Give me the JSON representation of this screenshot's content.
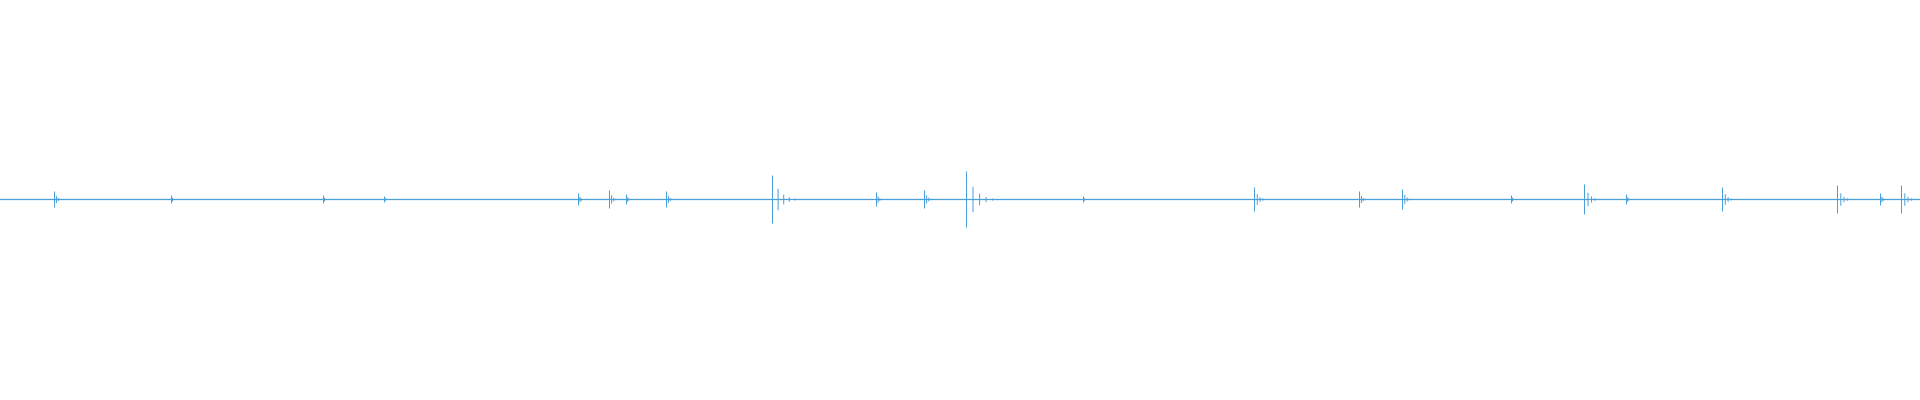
{
  "waveform": {
    "color": "#4a9fd8",
    "baseline_level": 0.0,
    "transients": [
      {
        "t": 0.028,
        "amp": 0.04
      },
      {
        "t": 0.089,
        "amp": 0.02
      },
      {
        "t": 0.168,
        "amp": 0.02
      },
      {
        "t": 0.2,
        "amp": 0.015
      },
      {
        "t": 0.301,
        "amp": 0.03
      },
      {
        "t": 0.317,
        "amp": 0.045
      },
      {
        "t": 0.326,
        "amp": 0.025
      },
      {
        "t": 0.347,
        "amp": 0.04
      },
      {
        "t": 0.402,
        "amp": 0.12
      },
      {
        "t": 0.456,
        "amp": 0.035
      },
      {
        "t": 0.481,
        "amp": 0.045
      },
      {
        "t": 0.503,
        "amp": 0.14
      },
      {
        "t": 0.564,
        "amp": 0.015
      },
      {
        "t": 0.653,
        "amp": 0.06
      },
      {
        "t": 0.708,
        "amp": 0.04
      },
      {
        "t": 0.73,
        "amp": 0.05
      },
      {
        "t": 0.787,
        "amp": 0.02
      },
      {
        "t": 0.825,
        "amp": 0.075
      },
      {
        "t": 0.847,
        "amp": 0.025
      },
      {
        "t": 0.897,
        "amp": 0.06
      },
      {
        "t": 0.957,
        "amp": 0.07
      },
      {
        "t": 0.979,
        "amp": 0.03
      },
      {
        "t": 0.99,
        "amp": 0.07
      }
    ]
  }
}
